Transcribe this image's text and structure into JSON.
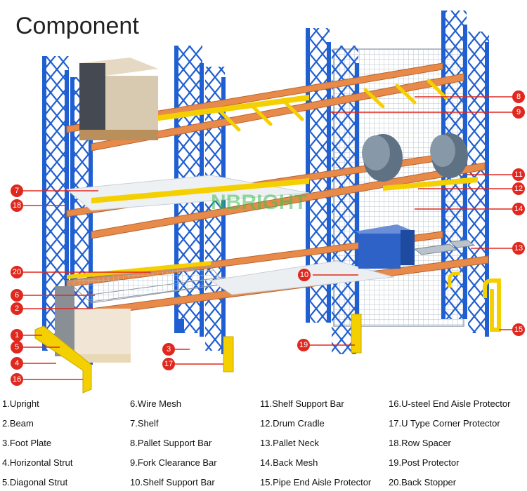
{
  "title": "Component",
  "watermark": "NBRIGHT",
  "colors": {
    "upright": "#1f5fd1",
    "beam": "#e88a4a",
    "yellow": "#f5d000",
    "callout": "#e0281e",
    "mesh": "#b9c3cc"
  },
  "callouts": [
    "1",
    "2",
    "3",
    "4",
    "5",
    "6",
    "7",
    "8",
    "9",
    "10",
    "11",
    "12",
    "13",
    "14",
    "15",
    "16",
    "17",
    "18",
    "19",
    "20"
  ],
  "legend": [
    [
      "1.Upright",
      "6.Wire Mesh",
      "11.Shelf Support Bar",
      "16.U-steel End Aisle Protector"
    ],
    [
      "2.Beam",
      "7.Shelf",
      "12.Drum Cradle",
      "17.U Type Corner Protector"
    ],
    [
      "3.Foot Plate",
      "8.Pallet Support Bar",
      "13.Pallet Neck",
      "18.Row Spacer"
    ],
    [
      "4.Horizontal Strut",
      "9.Fork Clearance Bar",
      "14.Back Mesh",
      "19.Post Protector"
    ],
    [
      "5.Diagonal Strut",
      "10.Shelf Support Bar",
      "15.Pipe End Aisle Protector",
      "20.Back Stopper"
    ]
  ]
}
